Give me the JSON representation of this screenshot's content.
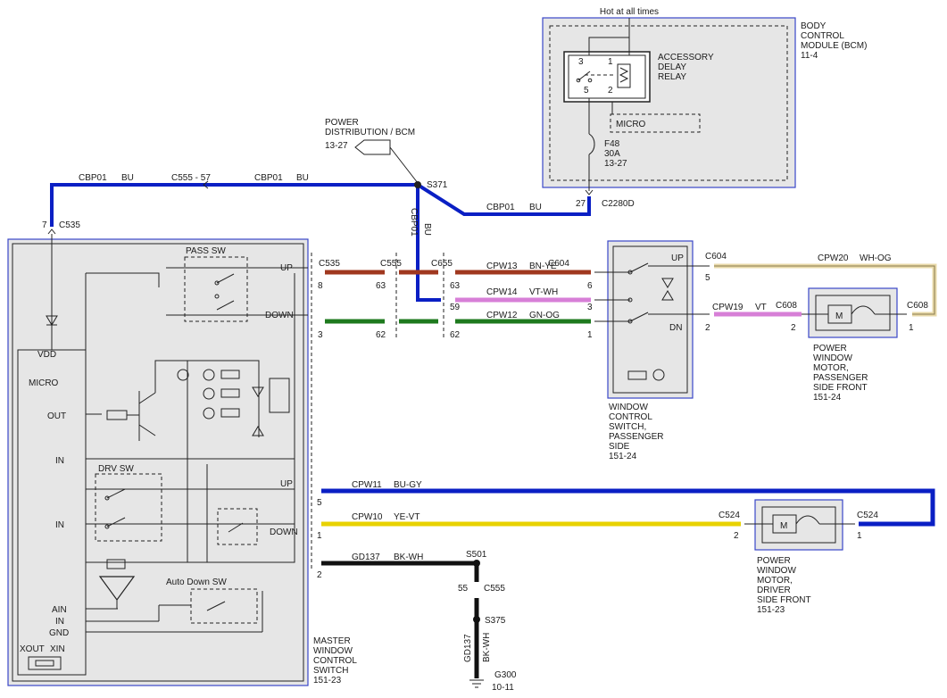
{
  "bcm": {
    "hot_label": "Hot at all times",
    "title_lines": [
      "BODY",
      "CONTROL",
      "MODULE (BCM)",
      "11-4"
    ],
    "relay_lines": [
      "ACCESSORY",
      "DELAY",
      "RELAY"
    ],
    "micro": "MICRO",
    "fuse_lines": [
      "F48",
      "30A",
      "13-27"
    ],
    "pins": [
      "3",
      "1",
      "5",
      "2"
    ]
  },
  "power_dist": {
    "lines": [
      "POWER",
      "DISTRIBUTION / BCM"
    ],
    "ref": "13-27"
  },
  "splices": {
    "s371": "S371",
    "s501": "S501",
    "s375": "S375"
  },
  "labels": {
    "c555_57": "C555  -  57",
    "c535_top": "C535",
    "c535_pin": "7",
    "c2280d": "C2280D",
    "c2280d_pin": "27"
  },
  "wires": {
    "cbp01": "CBP01",
    "bu": "BU",
    "cpw13": "CPW13",
    "cpw13_color": "BN-YE",
    "cpw14": "CPW14",
    "cpw14_color": "VT-WH",
    "cpw12": "CPW12",
    "cpw12_color": "GN-OG",
    "cpw20": "CPW20",
    "cpw20_color": "WH-OG",
    "cpw19": "CPW19",
    "cpw19_color": "VT",
    "cpw11": "CPW11",
    "cpw11_color": "BU-GY",
    "cpw10": "CPW10",
    "cpw10_color": "YE-VT",
    "gd137": "GD137",
    "gd137_color": "BK-WH"
  },
  "connectors": {
    "c535": "C535",
    "c555": "C555",
    "c655": "C655",
    "c604": "C604",
    "c608": "C608",
    "c524": "C524",
    "pin_8": "8",
    "pin_63": "63",
    "pin_6": "6",
    "pin_59": "59",
    "pin_3": "3",
    "pin_62": "62",
    "pin_1": "1",
    "pin_5": "5",
    "pin_2": "2",
    "pin_55": "55"
  },
  "master_switch": {
    "pass_sw": "PASS SW",
    "drv_sw": "DRV SW",
    "auto_down_sw": "Auto Down SW",
    "up": "UP",
    "down": "DOWN",
    "micro": "MICRO",
    "vdd": "VDD",
    "out": "OUT",
    "in": "IN",
    "ain": "AIN",
    "gnd": "GND",
    "xout": "XOUT",
    "xin": "XIN",
    "title_lines": [
      "MASTER",
      "WINDOW",
      "CONTROL",
      "SWITCH",
      "151-23"
    ]
  },
  "pass_switch": {
    "up": "UP",
    "dn": "DN",
    "title_lines": [
      "WINDOW",
      "CONTROL",
      "SWITCH,",
      "PASSENGER",
      "SIDE",
      "151-24"
    ]
  },
  "pass_motor": {
    "title_lines": [
      "POWER",
      "WINDOW",
      "MOTOR,",
      "PASSENGER",
      "SIDE FRONT",
      "151-24"
    ],
    "m": "M"
  },
  "drv_motor": {
    "title_lines": [
      "POWER",
      "WINDOW",
      "MOTOR,",
      "DRIVER",
      "SIDE FRONT",
      "151-23"
    ],
    "m": "M"
  },
  "ground": {
    "g300": "G300",
    "ref": "10-11",
    "vert_label1": "GD137",
    "vert_label2": "BK-WH"
  },
  "colors": {
    "blue": "#0a1fc4",
    "brown": "#a0381f",
    "green": "#1e7a1e",
    "violet": "#d77fd7",
    "yellow": "#e8d200",
    "box": "#3a47c8",
    "panel": "#e6e6e6"
  }
}
